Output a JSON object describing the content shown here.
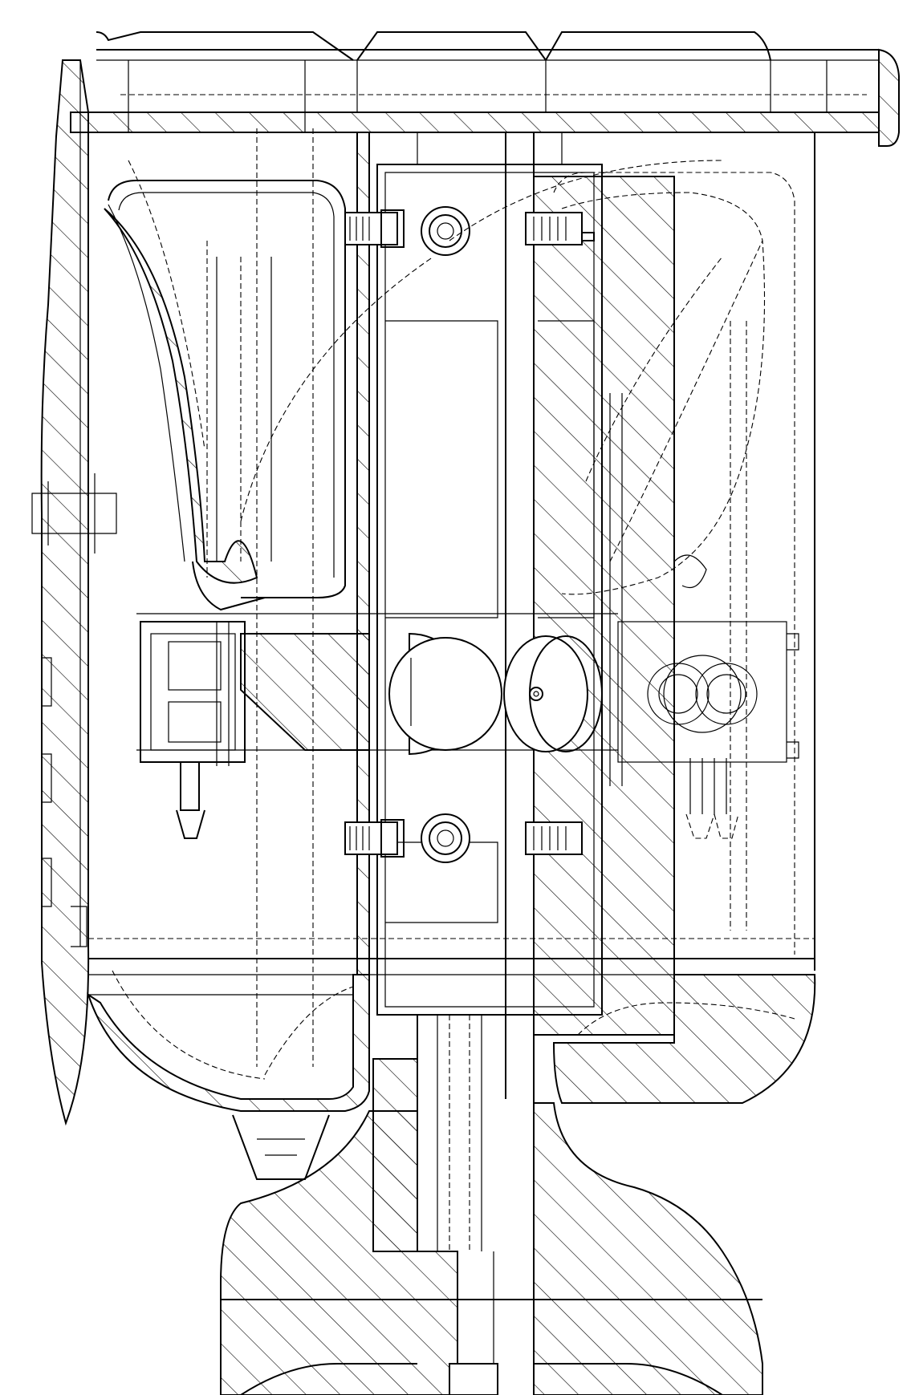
{
  "drawing": {
    "kind": "technical line drawing",
    "view": "cross-section",
    "line_color": "#000000",
    "background": "#ffffff",
    "hatch_angle_deg": 45,
    "hidden_lines": "dashed"
  }
}
